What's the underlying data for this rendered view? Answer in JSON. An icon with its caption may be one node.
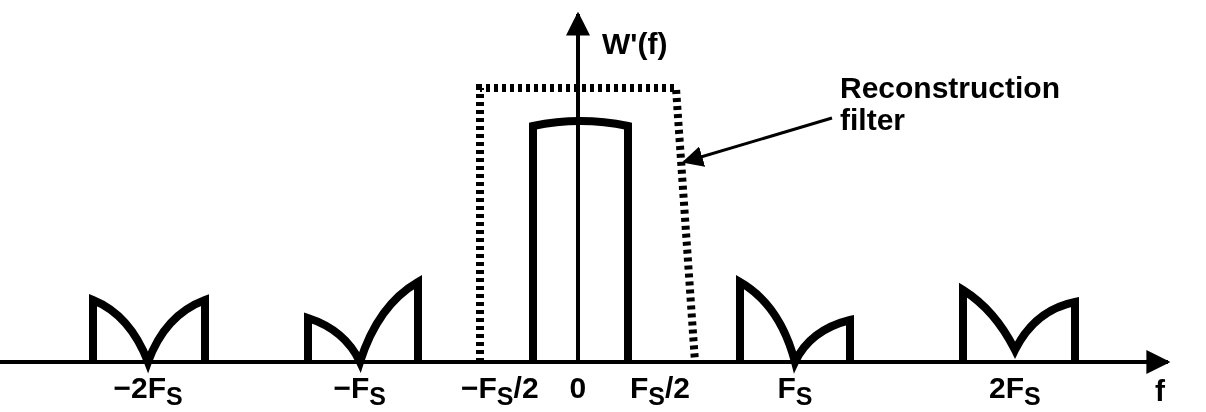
{
  "diagram": {
    "nodes": [
      {
        "text": [
          "Reconstruction filter"
        ]
      },
      {
        "text": [],
        "shape": "box"
      }
    ],
    "edges": [
      {
        "from": 0,
        "to": 1,
        "arrow": "to"
      }
    ],
    "labels": [
      "W'(f)",
      "−2F$_{S}$",
      "−F$_{S}$",
      "−F$_{S}$/2",
      "0",
      "F$_{S}$/2",
      "F$_{S}$",
      "2F$_{S}$",
      "f"
    ]
  }
}
